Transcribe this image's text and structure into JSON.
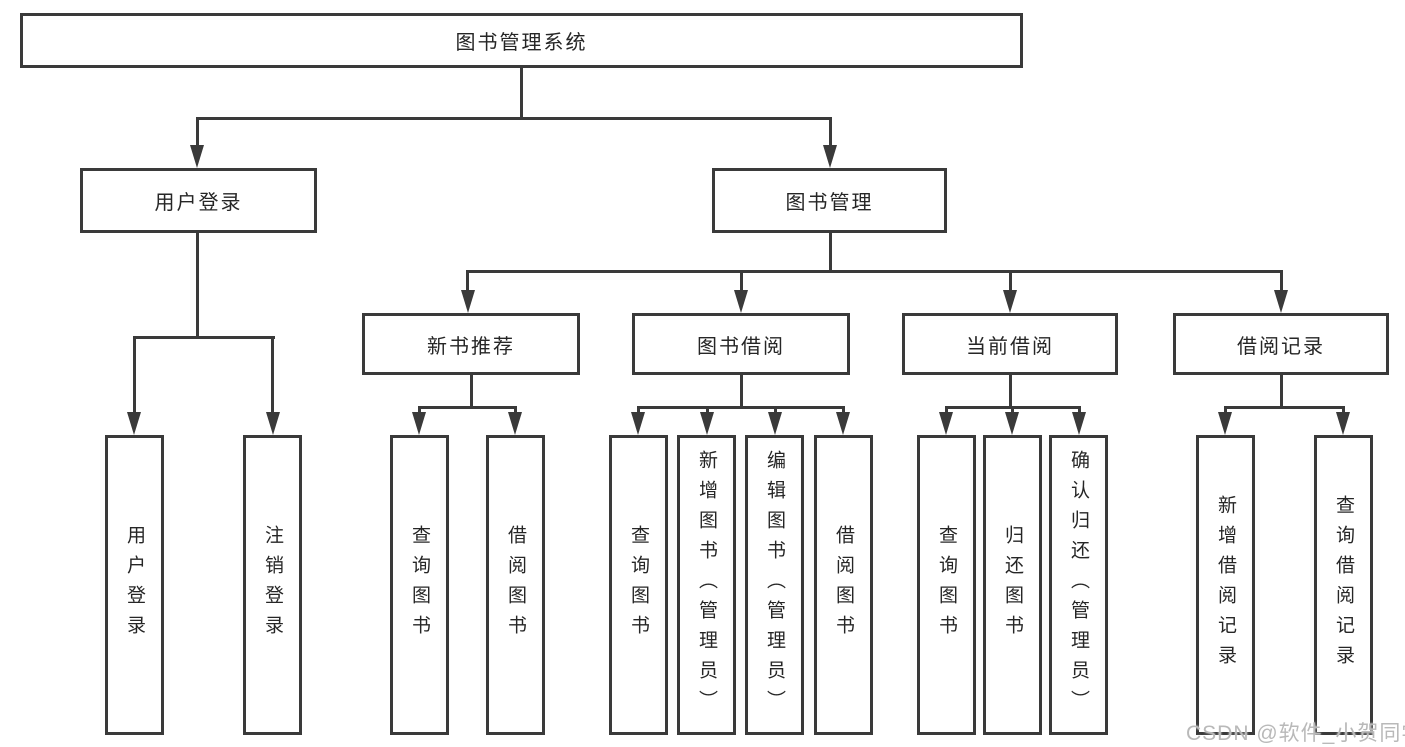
{
  "diagram": {
    "root": {
      "label": "图书管理系统"
    },
    "level2": [
      {
        "label": "用户登录"
      },
      {
        "label": "图书管理"
      }
    ],
    "level3": [
      {
        "label": "新书推荐"
      },
      {
        "label": "图书借阅"
      },
      {
        "label": "当前借阅"
      },
      {
        "label": "借阅记录"
      }
    ],
    "leaves": [
      {
        "parent": "用户登录",
        "label": "用户登录"
      },
      {
        "parent": "用户登录",
        "label": "注销登录"
      },
      {
        "parent": "新书推荐",
        "label": "查询图书"
      },
      {
        "parent": "新书推荐",
        "label": "借阅图书"
      },
      {
        "parent": "图书借阅",
        "label": "查询图书"
      },
      {
        "parent": "图书借阅",
        "label": "新增图书（管理员）"
      },
      {
        "parent": "图书借阅",
        "label": "编辑图书（管理员）"
      },
      {
        "parent": "图书借阅",
        "label": "借阅图书"
      },
      {
        "parent": "当前借阅",
        "label": "查询图书"
      },
      {
        "parent": "当前借阅",
        "label": "归还图书"
      },
      {
        "parent": "当前借阅",
        "label": "确认归还（管理员）"
      },
      {
        "parent": "借阅记录",
        "label": "新增借阅记录"
      },
      {
        "parent": "借阅记录",
        "label": "查询借阅记录"
      }
    ],
    "colors": {
      "line": "#3a3a3a",
      "text": "#262626",
      "background": "#ffffff"
    }
  },
  "watermark": {
    "text": "CSDN @软件_小贺同学",
    "color": "#b9b9b9"
  }
}
